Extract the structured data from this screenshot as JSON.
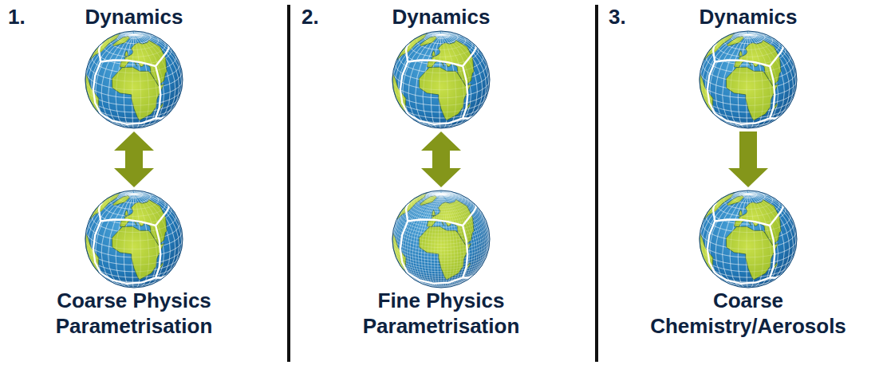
{
  "diagram": {
    "nodes": [
      {
        "text": [
          "Dynamics"
        ]
      },
      {
        "text": [
          "Coarse Physics Parametrisation"
        ]
      },
      {
        "text": [
          "Dynamics"
        ]
      },
      {
        "text": [
          "Fine Physics Parametrisation"
        ]
      },
      {
        "text": [
          "Dynamics"
        ]
      },
      {
        "text": [
          "Coarse Chemistry/Aerosols"
        ]
      }
    ],
    "edges": [
      {
        "from": 0,
        "to": 1,
        "arrow": "both"
      },
      {
        "from": 2,
        "to": 3,
        "arrow": "both"
      },
      {
        "from": 4,
        "to": 5,
        "arrow": "to"
      }
    ],
    "labels": [
      "1.",
      "2.",
      "3."
    ]
  }
}
